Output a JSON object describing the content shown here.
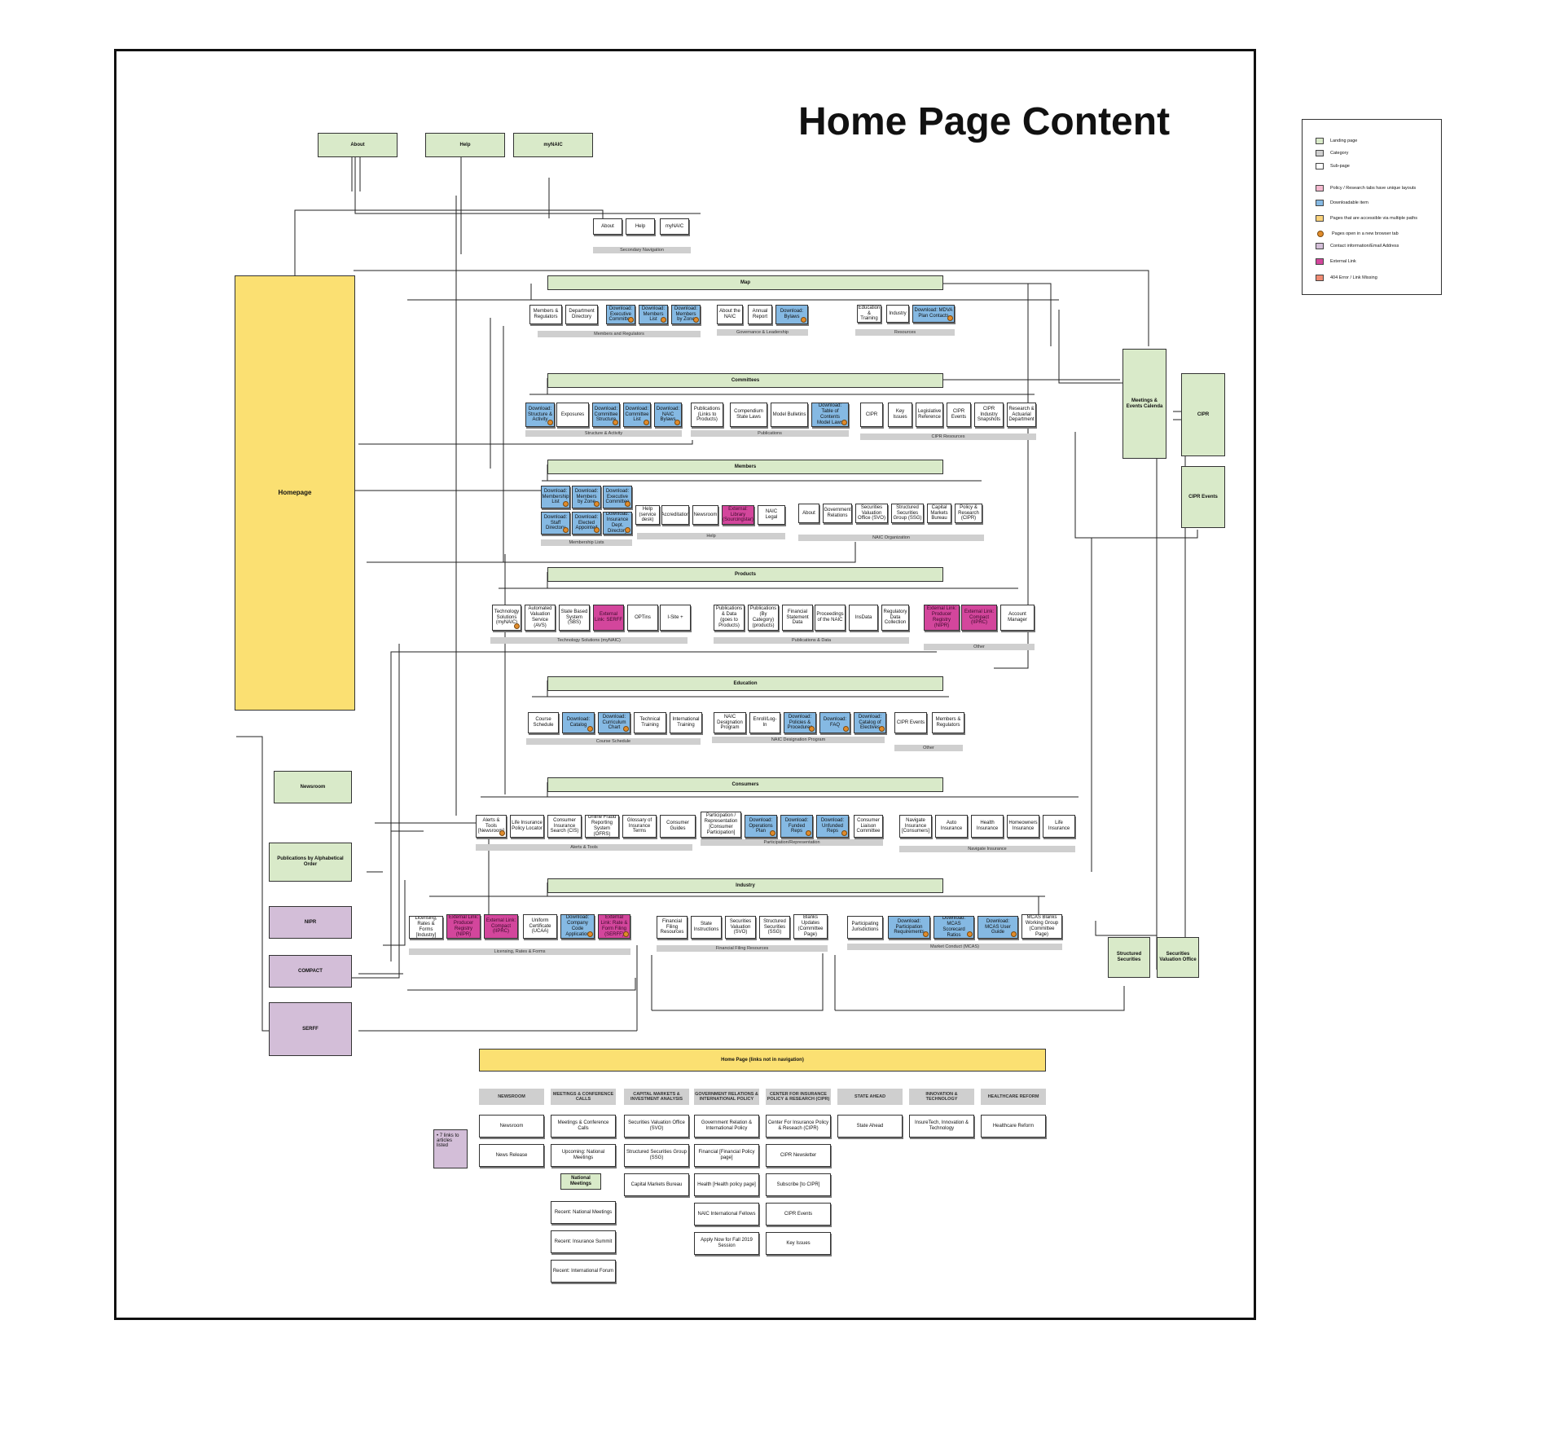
{
  "title": "Home Page Content",
  "legend": [
    {
      "swatch": "landing",
      "text": "Landing page"
    },
    {
      "swatch": "category",
      "text": "Category"
    },
    {
      "swatch": "sub",
      "text": "Sub-page"
    },
    {
      "swatch": "policy",
      "text": "Policy / Research tabs have unique layouts"
    },
    {
      "swatch": "download",
      "text": "Downloadable item"
    },
    {
      "swatch": "multipath",
      "text": "Pages that are accessible via multiple paths"
    },
    {
      "swatch": "newtab",
      "text": "Pages open in a new browser tab"
    },
    {
      "swatch": "contact",
      "text": "Contact information/Email Address"
    },
    {
      "swatch": "external",
      "text": "External Link"
    },
    {
      "swatch": "error",
      "text": "404 Error / Link Missing"
    }
  ],
  "legend_colors": {
    "landing": "#d9eac9",
    "category": "#cfcfcf",
    "sub": "#ffffff",
    "policy": "#f5b9cf",
    "download": "#85b9e3",
    "multipath": "#fbd27a",
    "contact": "#d3bed8",
    "external": "#d3469c",
    "error": "#ef8a72"
  },
  "top": {
    "about": "About",
    "help": "Help",
    "mynaic": "myNAIC"
  },
  "secondary": {
    "about": "About",
    "help": "Help",
    "mynaic": "myNAIC",
    "label": "Secondary Navigation"
  },
  "homepage": "Homepage",
  "right": {
    "meetings": "Meetings & Events Calenda",
    "cipr": "CIPR",
    "cipr_events": "CIPR Events",
    "structured": "Structured Securities",
    "svo": "Securities Valuation Office"
  },
  "left": {
    "newsroom": "Newsroom",
    "pubs": "Publications by Alphabetical Order",
    "nipr": "NIPR",
    "compact": "COMPACT",
    "serff": "SERFF"
  },
  "map": {
    "label": "Map",
    "members_regulators": "Members & Regulators",
    "dept_directory": "Department Directory",
    "dl_exec_committee": "Download: Executive Committee",
    "dl_members_list": "Download: Members List",
    "dl_members_zone": "Download: Members by Zone",
    "about_naic": "About the NAIC",
    "annual_report": "Annual Report",
    "dl_bylaws": "Download: Bylaws",
    "edu_training": "Education & Training",
    "industry": "Industry",
    "dl_mdva": "Download: MDVA Plan Contacts",
    "cat_members": "Members and Regulators",
    "cat_gov": "Governance & Leadership",
    "cat_resources": "Resources"
  },
  "committees": {
    "label": "Committees",
    "dl_structure": "Download: Structure & Activity",
    "exposures": "Exposures",
    "dl_committee_structure": "Download: Committee Structure",
    "dl_committee_list": "Download: Committee List",
    "dl_bylaws": "Download: NAIC Bylaws",
    "publications": "Publications (Links to Products)",
    "compendium": "Compendium State Laws",
    "model_bulletins": "Model Bulletins",
    "dl_toc": "Download: Table of Contents Model Laws",
    "cipr": "CIPR",
    "key_issues": "Key Issues",
    "legislative": "Legislative Reference",
    "cipr_events": "CIPR Events",
    "cipr_snapshots": "CIPR Industry Snapshots",
    "research": "Research & Actuarial Department",
    "cat_structure": "Structure & Activity",
    "cat_pubs": "Publications",
    "cat_cipr": "CIPR Resources"
  },
  "members": {
    "label": "Members",
    "dl_membership": "Download: Membership List",
    "dl_zone": "Download: Members by Zone",
    "dl_exec": "Download: Executive Committee",
    "dl_staff": "Download: Staff Directory",
    "dl_elected": "Download: Elected Appointed",
    "dl_insurance": "Download: Insurance Dept. Directory",
    "help": "Help (service desk)",
    "accreditation": "Accreditation",
    "newsroom": "Newsroom",
    "ext_library": "External: Library (Sourcingstar)",
    "legal": "NAIC Legal",
    "about": "About",
    "gov_relations": "Government Relations",
    "svo": "Securities Valuation Office (SVO)",
    "ssg": "Structured Securities Group (SSG)",
    "capital": "Capital Markets Bureau",
    "policy": "Policy & Research (CIPR)",
    "cat_membership": "Membership Lists",
    "cat_help": "Help",
    "cat_org": "NAIC Organization"
  },
  "products": {
    "label": "Products",
    "tech": "Technology Solutions (myNAIC)",
    "avs": "Automated Valuation Service (AVS)",
    "sbs": "State Based System (SBS)",
    "ext_serff": "External Link: SERFF",
    "optins": "OPTins",
    "isite": "I-Site +",
    "pubs_data": "Publications & Data (goes to Products)",
    "pubs_category": "Publications (By Category) (products)",
    "fin_statement": "Financial Statement Data",
    "proceedings": "Proceedings of the NAIC",
    "insdata": "InsData",
    "regulatory": "Regulatory Data Collection",
    "ext_nipr": "External Link: Producer Registry (NIPR)",
    "ext_compact": "External Link: Compact (IIPRC)",
    "account": "Account Manager",
    "cat_tech": "Technology Solutions (myNAIC)",
    "cat_pubs": "Publications & Data",
    "cat_other": "Other"
  },
  "education": {
    "label": "Education",
    "course_schedule": "Course Schedule",
    "dl_catalog": "Download: Catalog",
    "dl_curriculum": "Download: Curriculum Chart",
    "technical": "Technical Training",
    "international": "International Training",
    "designation": "NAIC Designation Program",
    "enroll": "Enroll/Log-In",
    "dl_policies": "Download: Policies & Procedures",
    "dl_faq": "Download: FAQ",
    "dl_electives": "Download: Catalog of Electives",
    "cipr_events": "CIPR Events",
    "members": "Members & Regulators",
    "cat_course": "Course Schedule",
    "cat_designation": "NAIC Designation Program",
    "cat_other": "Other"
  },
  "consumers": {
    "label": "Consumers",
    "alerts": "Alerts & Tools [Newsroom]",
    "life_locator": "Life Insurance Policy Locator",
    "cis": "Consumer Insurance Search (CIS)",
    "ofrs": "Online Fraud Reporting System (OFRS)",
    "glossary": "Glossary of Insurance Terms",
    "guides": "Consumer Guides",
    "participation": "Participation / Representation [Consumer Participation]",
    "dl_ops": "Download: Operations Plan",
    "dl_funded": "Download: Funded Reps",
    "dl_unfunded": "Download: Unfunded Reps",
    "liaison": "Consumer Liaison Committee",
    "navigate": "Navigate Insurance [Consumers]",
    "auto": "Auto Insurance",
    "health": "Health Insurance",
    "homeowners": "Homeowners Insurance",
    "life": "Life Insurance",
    "cat_alerts": "Alerts & Tools",
    "cat_participation": "Participation/Representation",
    "cat_navigate": "Navigate Insurance"
  },
  "industry": {
    "label": "Industry",
    "licensing": "Licensing, Rates & Forms [Industry]",
    "ext_nipr": "External Link: Producer Registry (NIPR)",
    "ext_compact": "External Link: Compact (IIPRC)",
    "ucaa": "Uniform Certificate (UCAA)",
    "dl_company": "Download: Company Code Application",
    "ext_serff": "External Link: Rate & Form Filing (SERFF)",
    "fin_filing": "Financial Filing Resources",
    "state_instr": "State Instructions",
    "svo": "Securities Valuation (SVO)",
    "ssg": "Structured Securities (SSG)",
    "blanks": "Blanks Updates (Committee Page)",
    "jurisdictions": "Participating Jurisdictions",
    "dl_participation": "Download: Participation Requirements",
    "dl_mcas_ratios": "Download: MCAS Scorecard Ratios",
    "dl_mcas_guide": "Download: MCAS User Guide",
    "mcas_blanks": "MCAS Blanks Working Group (Committee Page)",
    "cat_licensing": "Licensing, Rates & Forms",
    "cat_fin": "Financial Filing Resources",
    "cat_market": "Market Conduct (MCAS)"
  },
  "bottom": {
    "banner": "Home Page (links not in navigation)",
    "notes": "• 7 links to articles listed",
    "national_meetings": "National Meetings",
    "columns": [
      {
        "header": "NEWSROOM",
        "items": [
          "Newsroom",
          "News Release"
        ]
      },
      {
        "header": "MEETINGS & CONFERENCE CALLS",
        "items": [
          "Meetings & Conference Calls",
          "Upcoming: National Meetings",
          "Recent: National Meetings",
          "Recent: Insurance Summit",
          "Recent: International Forum"
        ]
      },
      {
        "header": "CAPITAL MARKETS & INVESTMENT ANALYSIS",
        "items": [
          "Securities Valuation Office (SVO)",
          "Structured Securities Group (SSG)",
          "Capital Markets Bureau"
        ]
      },
      {
        "header": "GOVERNMENT RELATIONS & INTERNATIONAL POLICY",
        "items": [
          "Government Relation & International Policy",
          "Financial [Financial Policy page]",
          "Health [Health policy page]",
          "NAIC International Fellows",
          "Apply Now for Fall 2019 Session"
        ]
      },
      {
        "header": "CENTER FOR INSURANCE POLICY & RESEARCH (CIPR)",
        "items": [
          "Center For Insurance Policy & Reseach (CIPR)",
          "CIPR Newsletter",
          "Subscribe [to CIPR]",
          "CIPR Events",
          "Key Issues"
        ]
      },
      {
        "header": "STATE AHEAD",
        "items": [
          "State Ahead"
        ]
      },
      {
        "header": "INNOVATION & TECHNOLOGY",
        "items": [
          "InsureTech, Innovation & Technology"
        ]
      },
      {
        "header": "HEALTHCARE REFORM",
        "items": [
          "Healthcare Reform"
        ]
      }
    ]
  }
}
